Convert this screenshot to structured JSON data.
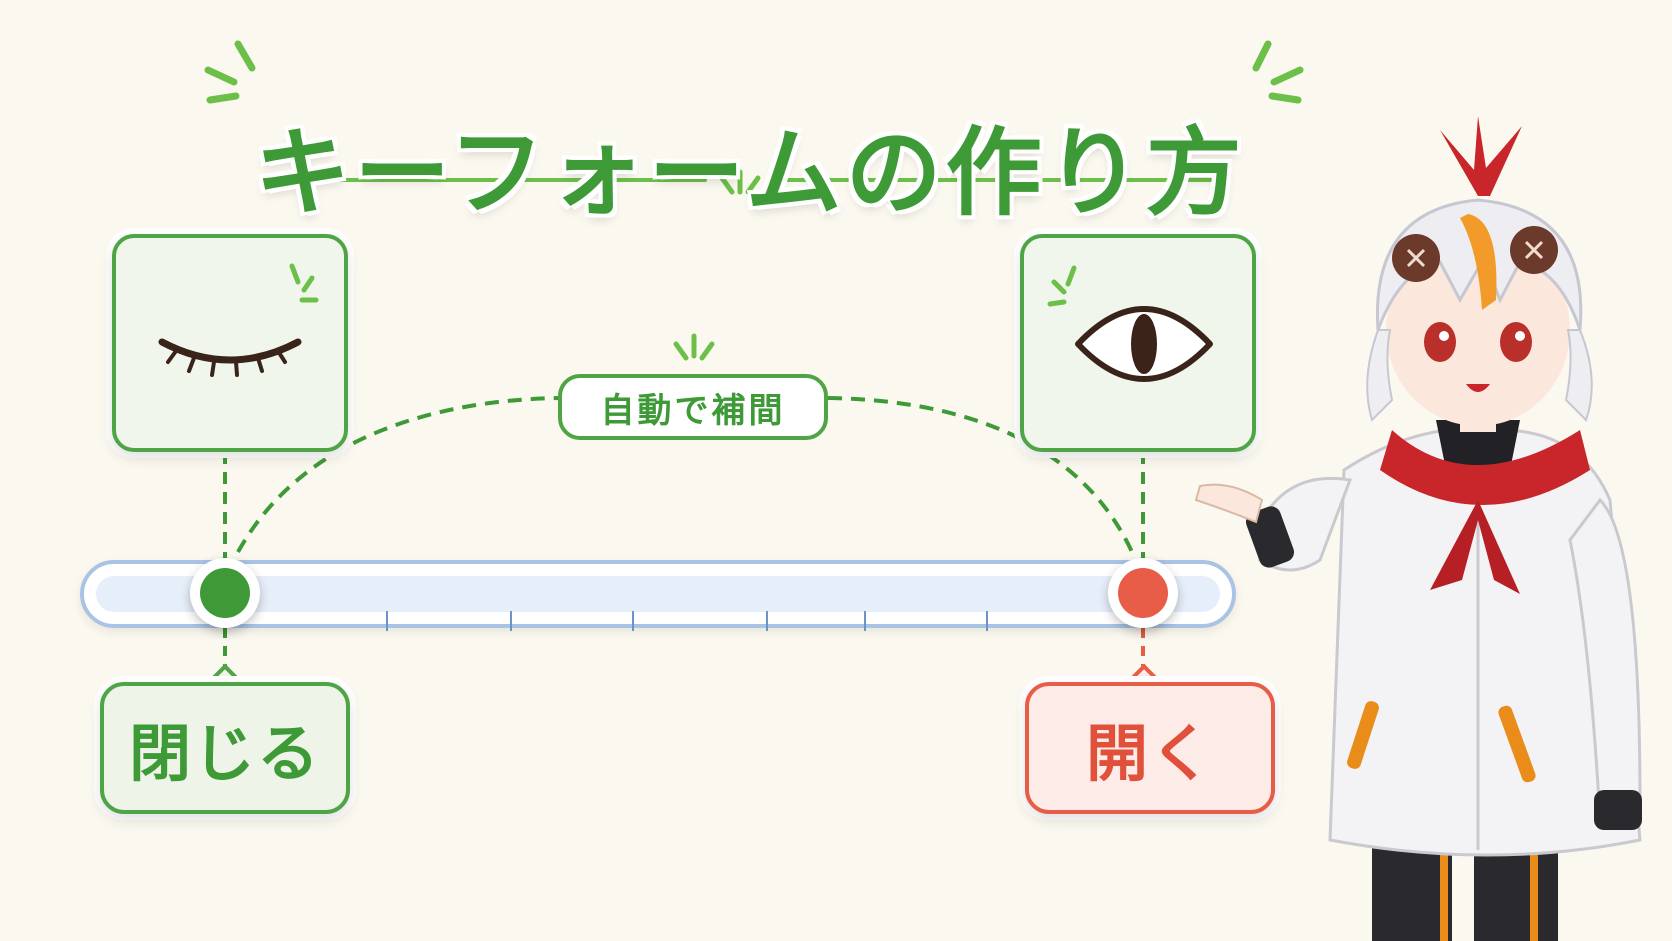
{
  "title": "キーフォームの作り方",
  "interpolation_label": "自動で補間",
  "keyforms": {
    "closed": {
      "label": "閉じる",
      "icon": "closed-eye-icon",
      "color": "#3e9a37"
    },
    "open": {
      "label": "開く",
      "icon": "open-eye-icon",
      "color": "#e0503a"
    }
  },
  "colors": {
    "accent_green": "#4fa545",
    "accent_red": "#e75d47",
    "track_blue": "#a9c3e6",
    "background": "#fbf9ef"
  },
  "character": {
    "icon": "guide-character-illustration"
  }
}
